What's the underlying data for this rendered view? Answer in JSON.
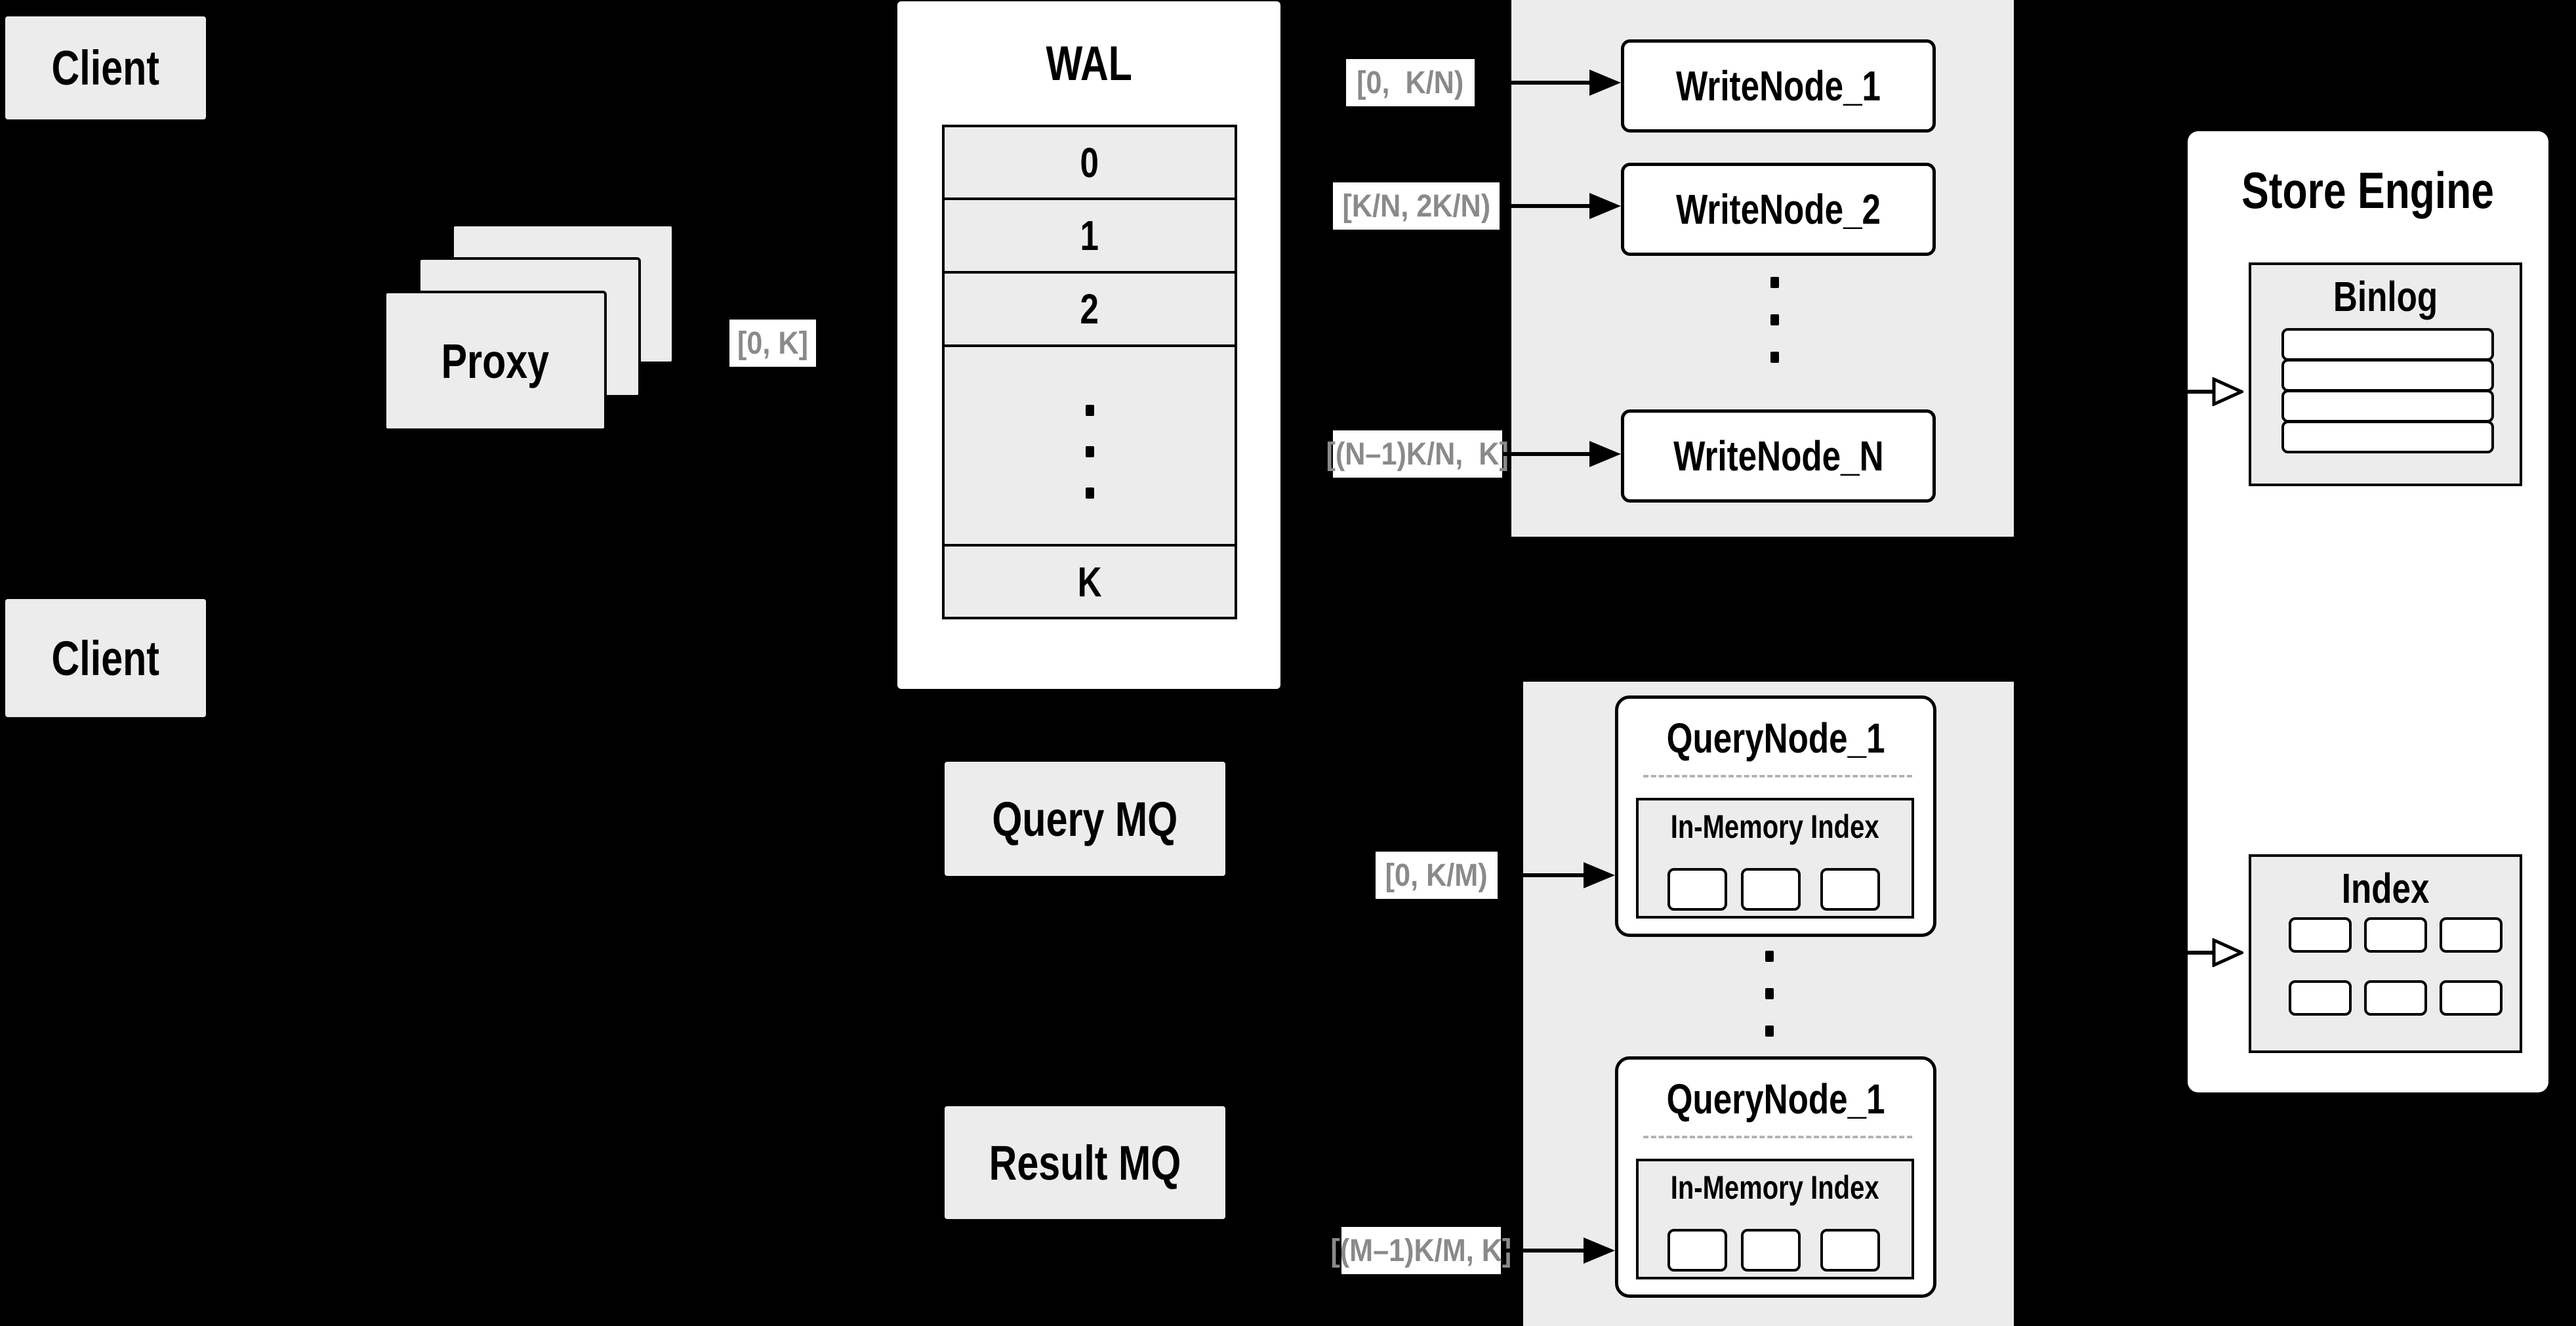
{
  "clients": {
    "top_label": "Client",
    "bottom_label": "Client"
  },
  "proxy": {
    "label": "Proxy"
  },
  "wal": {
    "title": "WAL",
    "segments": [
      "0",
      "1",
      "2"
    ],
    "last_segment": "K"
  },
  "range_labels": {
    "proxy_out": "[0, K]",
    "write_1": "[0,  K/N)",
    "write_2": "[K/N, 2K/N)",
    "write_n": "[(N–1)K/N,  K]",
    "query_first": "[0, K/M)",
    "query_last": "[(M–1)K/M, K]"
  },
  "write_nodes": {
    "node_1": "WriteNode_1",
    "node_2": "WriteNode_2",
    "node_n": "WriteNode_N"
  },
  "mq": {
    "query": "Query MQ",
    "result": "Result MQ"
  },
  "query_nodes": {
    "top_title": "QueryNode_1",
    "bottom_title": "QueryNode_1",
    "in_memory_label_top": "In-Memory Index",
    "in_memory_label_bottom": "In-Memory Index"
  },
  "store_engine": {
    "title": "Store Engine",
    "binlog_title": "Binlog",
    "binlog_row_count": 4,
    "index_title": "Index",
    "index_cell_count": 6
  },
  "colors": {
    "background": "#000000",
    "panel_gray": "#ececec",
    "panel_white": "#ffffff",
    "border": "#000000",
    "range_text": "#8a8a8a",
    "dashed_divider": "#b3b3b3"
  }
}
